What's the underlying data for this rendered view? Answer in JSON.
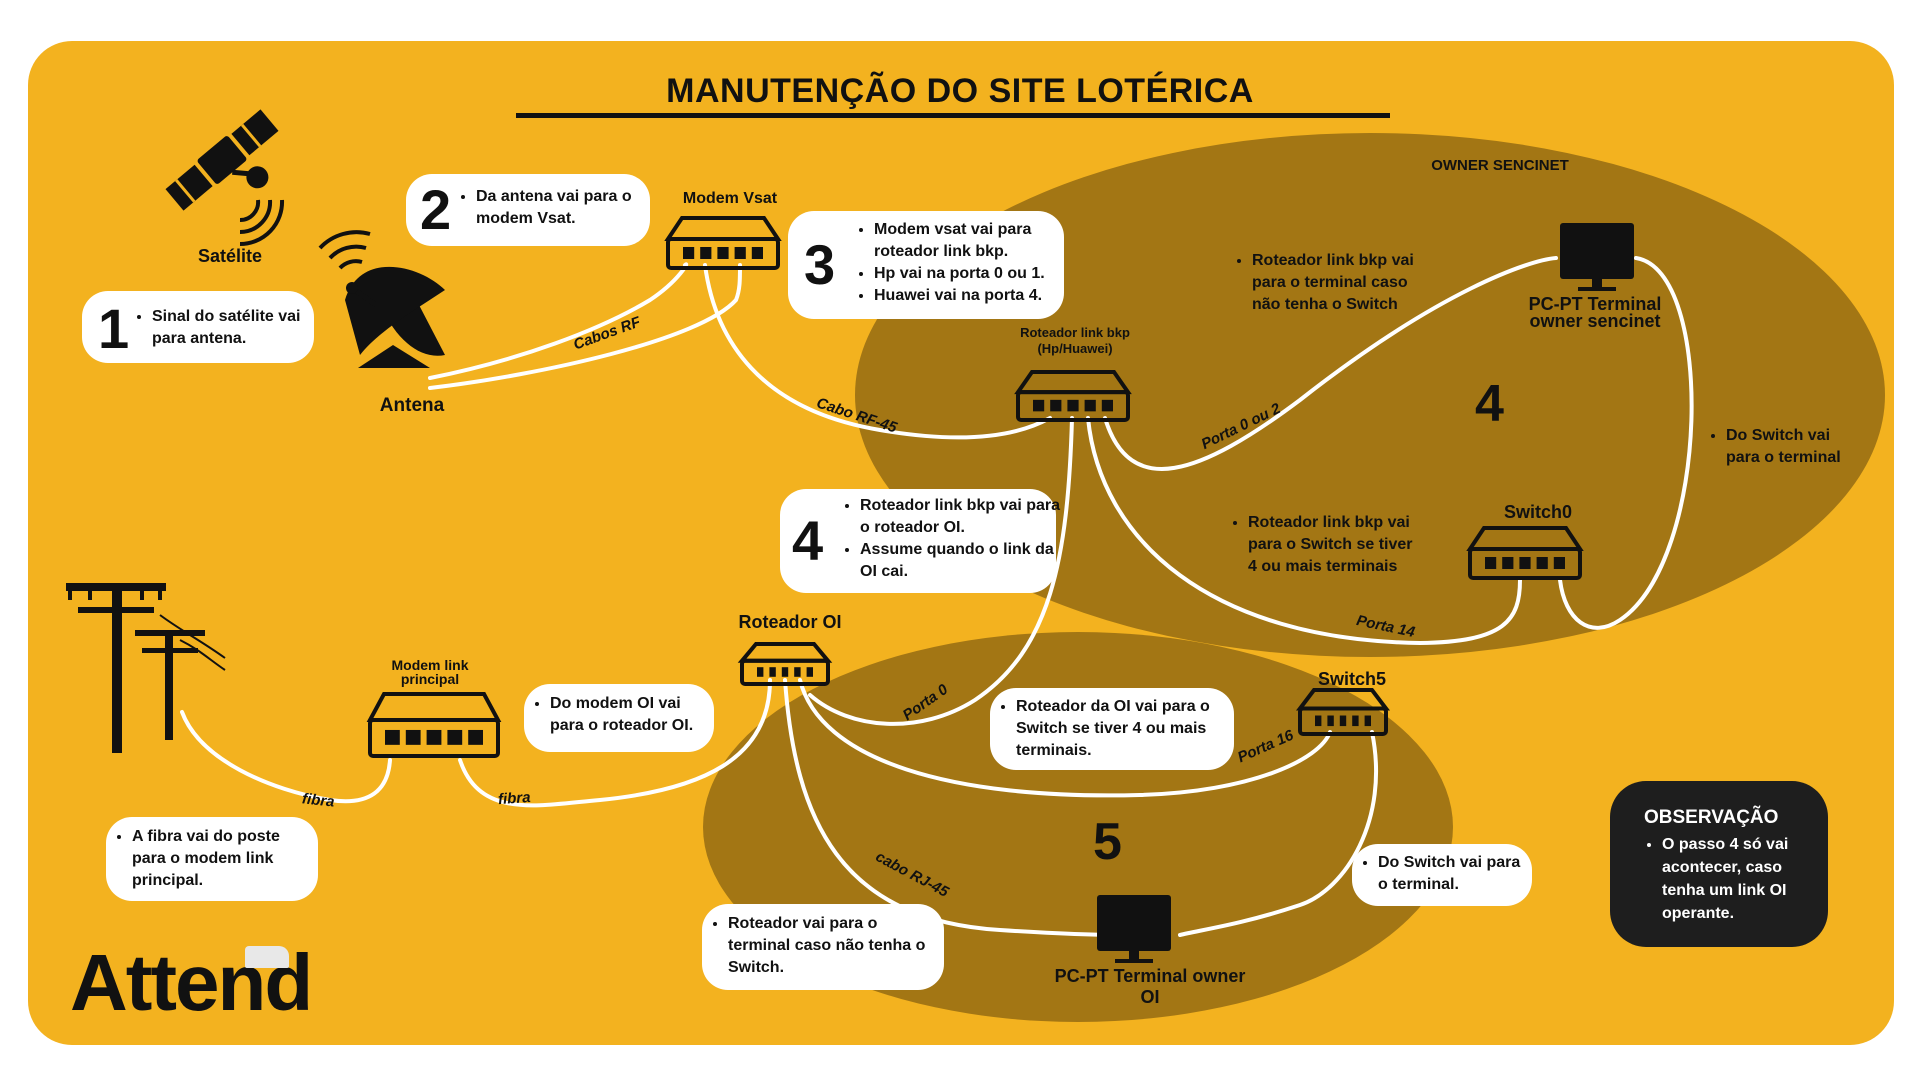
{
  "title": "MANUTENÇÃO DO SITE LOTÉRICA",
  "zones": {
    "owner_sencinet": "OWNER SENCINET",
    "zone4_number": "4",
    "zone5_number": "5"
  },
  "devices": {
    "satellite": "Satélite",
    "antenna": "Antena",
    "modem_vsat": "Modem Vsat",
    "router_bkp": "Roteador link bkp (Hp/Huawei)",
    "pc_sencinet": "PC-PT Terminal owner sencinet",
    "switch0": "Switch0",
    "modem_principal": "Modem link principal",
    "router_oi": "Roteador OI",
    "switch5": "Switch5",
    "pc_oi": "PC-PT Terminal owner OI"
  },
  "steps": {
    "step1": {
      "number": "1",
      "items": [
        "Sinal do satélite vai para antena."
      ]
    },
    "step2": {
      "number": "2",
      "items": [
        "Da antena vai para o modem Vsat."
      ]
    },
    "step3": {
      "number": "3",
      "items": [
        "Modem vsat vai para roteador link bkp.",
        "Hp vai na porta 0 ou 1.",
        "Huawei vai na porta 4."
      ]
    },
    "step4": {
      "number": "4",
      "items": [
        "Roteador link bkp vai para o roteador OI.",
        "Assume quando o link da OI cai."
      ]
    }
  },
  "notes": {
    "bkp_to_terminal": "Roteador link bkp vai para o terminal caso não tenha o Switch",
    "switch_to_terminal_a": "Do Switch vai para o terminal",
    "bkp_to_switch": "Roteador link bkp vai para o Switch se tiver 4 ou mais terminais",
    "modem_to_oi": "Do modem OI vai para o roteador OI.",
    "oi_to_switch": "Roteador da OI vai para o Switch se tiver 4 ou mais terminais.",
    "fiber_note": "A fibra vai do poste para o modem link principal.",
    "oi_to_terminal": "Roteador vai para o terminal caso não tenha o Switch.",
    "switch_to_terminal_b": "Do Switch vai para o terminal."
  },
  "wire_labels": {
    "cabos_rf": "Cabos RF",
    "cabo_rf45": "Cabo RF-45",
    "porta_0_ou_2": "Porta 0 ou 2",
    "porta_14": "Porta 14",
    "porta_0": "Porta 0",
    "porta_16": "Porta 16",
    "fibra_1": "fibra",
    "fibra_2": "fibra",
    "cabo_rj45": "cabo RJ-45"
  },
  "observation": {
    "title": "OBSERVAÇÃO",
    "text": "O passo 4 só vai acontecer, caso tenha um link OI operante."
  },
  "brand": "Attend",
  "colors": {
    "background": "#f3b21f",
    "zone": "#a37614",
    "dark": "#111111",
    "bubble": "#ffffff",
    "observation_box": "#1e1e1e"
  }
}
